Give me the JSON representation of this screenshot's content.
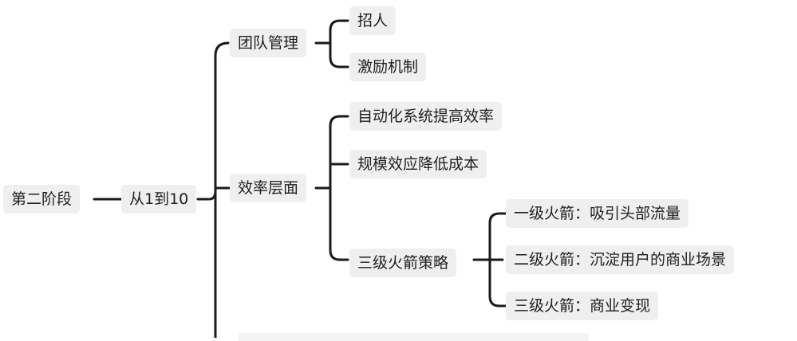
{
  "mindmap": {
    "root": "第二阶段",
    "level1": "从1到10",
    "team": {
      "label": "团队管理",
      "children": [
        "招人",
        "激励机制"
      ]
    },
    "efficiency": {
      "label": "效率层面",
      "auto": "自动化系统提高效率",
      "scale": "规模效应降低成本",
      "rocket": {
        "label": "三级火箭策略",
        "children": [
          "一级火箭：吸引头部流量",
          "二级火箭：沉淀用户的商业场景",
          "三级火箭：商业变现"
        ]
      }
    }
  }
}
